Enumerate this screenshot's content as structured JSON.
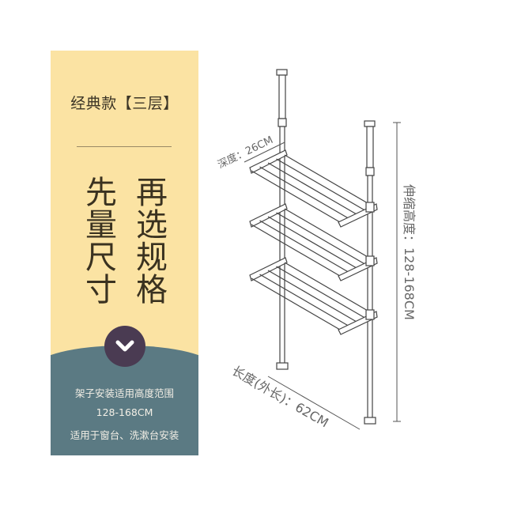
{
  "left_panel": {
    "title": "经典款【三层】",
    "slogan_col1": [
      "先",
      "量",
      "尺",
      "寸"
    ],
    "slogan_col2": [
      "再",
      "选",
      "规",
      "格"
    ],
    "scroll_icon": "chevron-down-icon",
    "info_line1": "架子安装适用高度范围",
    "info_line2": "128-168CM",
    "info_line3": "适用于窗台、洗漱台安装"
  },
  "drawing": {
    "depth_label": "深度：26CM",
    "height_label": "伸缩高度：128-168CM",
    "length_label": "长度(外长)：62CM"
  },
  "colors": {
    "panel_bg": "#fbe3a3",
    "panel_bottom": "#5b7a83",
    "button": "#4a3b52"
  }
}
